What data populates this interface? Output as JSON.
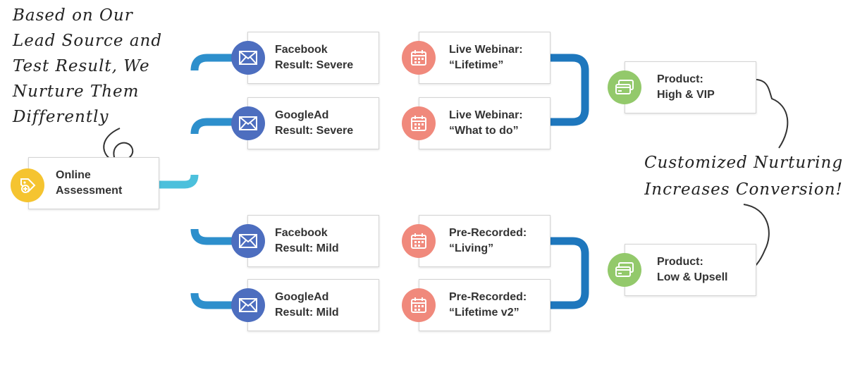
{
  "nodes": {
    "start": {
      "line1": "Online",
      "line2": "Assessment"
    },
    "lead_fb_severe": {
      "line1": "Facebook",
      "line2": "Result: Severe"
    },
    "lead_ga_severe": {
      "line1": "GoogleAd",
      "line2": "Result: Severe"
    },
    "lead_fb_mild": {
      "line1": "Facebook",
      "line2": "Result: Mild"
    },
    "lead_ga_mild": {
      "line1": "GoogleAd",
      "line2": "Result: Mild"
    },
    "webinar_lifetime": {
      "line1": "Live Webinar:",
      "line2": "“Lifetime”"
    },
    "webinar_what_to_do": {
      "line1": "Live Webinar:",
      "line2": "“What to do”"
    },
    "recorded_living": {
      "line1": "Pre-Recorded:",
      "line2": "“Living”"
    },
    "recorded_lifetime_v2": {
      "line1": "Pre-Recorded:",
      "line2": "“Lifetime v2”"
    },
    "product_high": {
      "line1": "Product:",
      "line2": "High & VIP"
    },
    "product_low": {
      "line1": "Product:",
      "line2": "Low & Upsell"
    }
  },
  "annotations": {
    "left": [
      "Based on Our",
      "Lead Source and",
      "Test Result, We",
      "Nurture Them",
      "Differently"
    ],
    "right": [
      "Customized Nurturing",
      "Increases Conversion!"
    ]
  },
  "icons": {
    "start": "tag-plus-icon",
    "lead": "envelope-icon",
    "nurture": "calendar-icon",
    "product": "credit-cards-icon"
  },
  "colors": {
    "connector_dark": "#1e77bd",
    "connector_light": "#4cc0dc",
    "tag_badge": "#f5c430",
    "envelope_badge": "#4d6ebf",
    "calendar_badge": "#f0897c",
    "card_badge": "#93c96b",
    "node_border": "#d4d4d4",
    "text": "#333333"
  }
}
